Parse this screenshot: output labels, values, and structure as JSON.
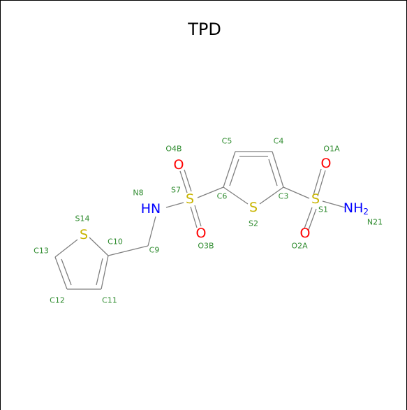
{
  "title": "TPD",
  "colors": {
    "bond": "#7f7f7f",
    "sulfur": "#c8b400",
    "oxygen": "#ff0000",
    "nitrogen": "#0000ff",
    "label": "#2e8b2e"
  },
  "atoms": {
    "o4b": "O",
    "o1a": "O",
    "s7": "S",
    "hn": "HN",
    "s2": "S",
    "s1": "S",
    "nh2_main": "NH",
    "nh2_sub": "2",
    "o3b": "O",
    "o2a": "O",
    "s14": "S"
  },
  "labels": {
    "C5": "C5",
    "C4": "C4",
    "O4B": "O4B",
    "O1A": "O1A",
    "N8": "N8",
    "S7": "S7",
    "C6": "C6",
    "C3": "C3",
    "S1": "S1",
    "N21": "N21",
    "S2": "S2",
    "S14": "S14",
    "C10": "C10",
    "C9": "C9",
    "C13": "C13",
    "O3B": "O3B",
    "O2A": "O2A",
    "C12": "C12",
    "C11": "C11"
  }
}
